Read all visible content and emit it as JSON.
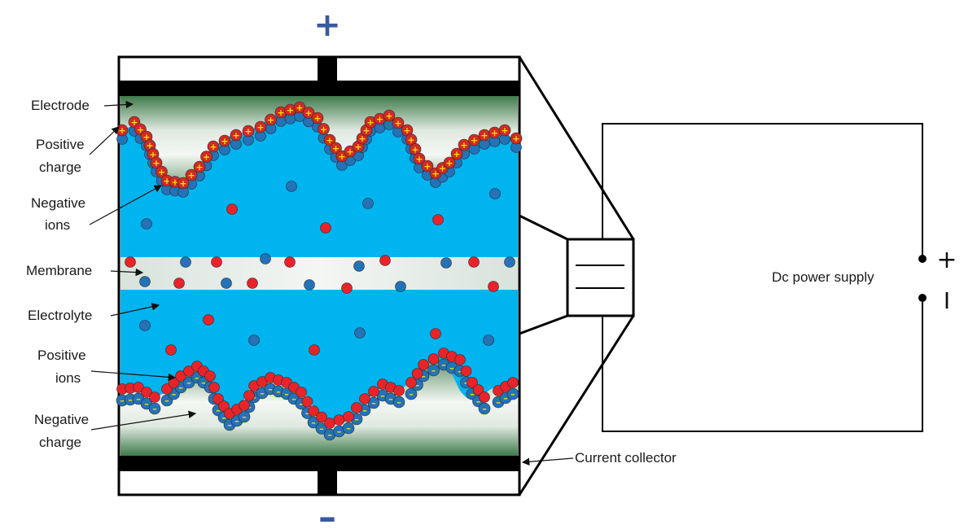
{
  "labels": {
    "electrode": "Electrode",
    "positive_charge": [
      "Positive",
      "charge"
    ],
    "negative_ions": [
      "Negative",
      "ions"
    ],
    "membrane": "Membrane",
    "electrolyte": "Electrolyte",
    "positive_ions": [
      "Positive",
      "ions"
    ],
    "negative_charge": [
      "Negative",
      "charge"
    ],
    "current_collector": "Current collector",
    "dc_power_supply": "Dc power supply"
  },
  "terminals": {
    "top_sign": "+",
    "bottom_sign": "–",
    "supply_plus": "+",
    "supply_minus": "I"
  },
  "colors": {
    "electrolyte": "#00b4f0",
    "membrane": "#e6ecec",
    "electrode_green": "#3f7a4a",
    "collector": "#000000",
    "positive": "#e8232a",
    "positive_charge_fill": "#d12a24",
    "negative": "#2472b8",
    "sign_blue": "#3a5aa0"
  }
}
